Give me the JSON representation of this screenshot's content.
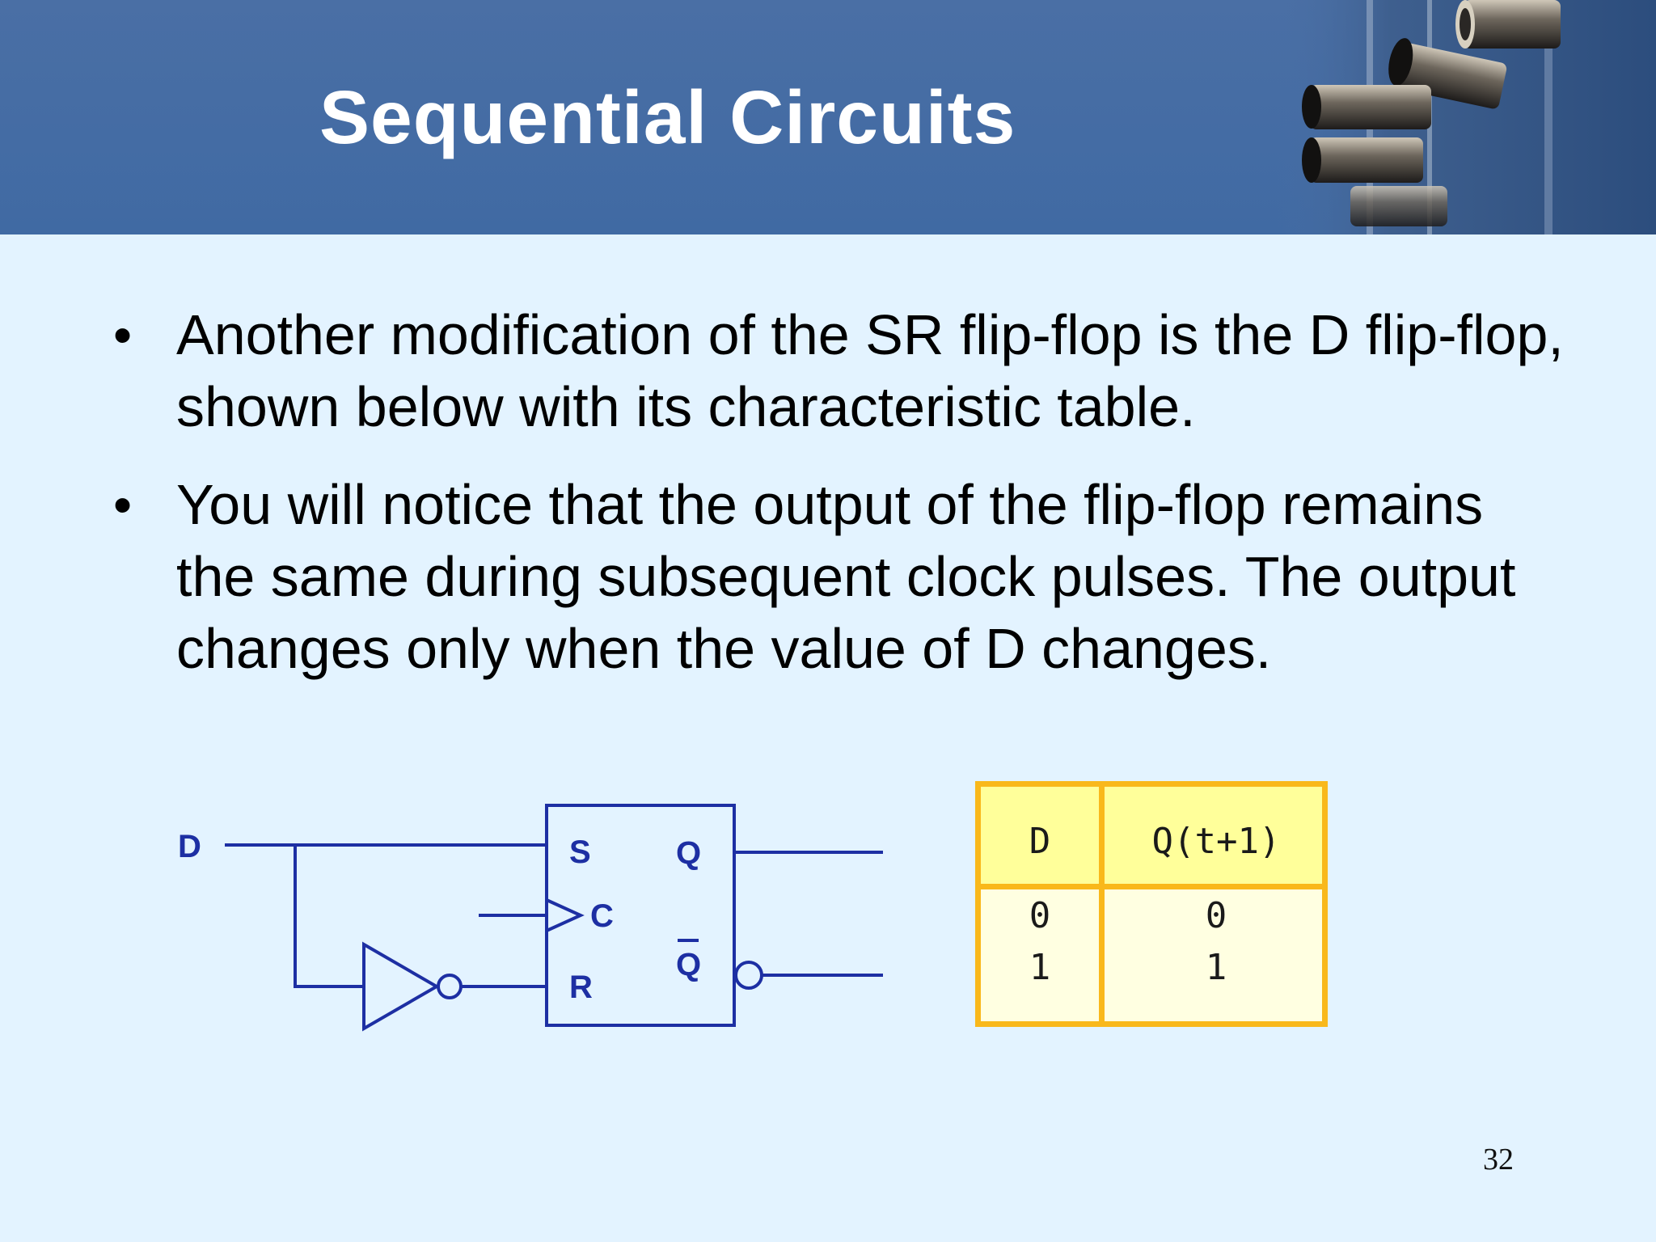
{
  "slide": {
    "title": "Sequential Circuits",
    "page_number": "32"
  },
  "bullets": [
    {
      "text": "Another modification of the SR flip-flop is the D flip-flop, shown below with its characteristic table."
    },
    {
      "text": "You will notice that the output of the flip-flop remains the same during subsequent clock pulses. The output changes only when the value of D changes."
    }
  ],
  "bullet_symbol": "•",
  "circuit": {
    "input_label": "D",
    "pin_s": "S",
    "pin_c": "C",
    "pin_r": "R",
    "out_q": "Q",
    "out_qbar": "Q",
    "wire_color": "#1d2fa3"
  },
  "characteristic_table": {
    "headers": [
      "D",
      "Q(t+1)"
    ],
    "rows": [
      [
        "0",
        "0"
      ],
      [
        "1",
        "1"
      ]
    ],
    "border_color": "#f9b81b",
    "header_fill": "#ffff9a",
    "body_fill": "#ffffe1"
  }
}
